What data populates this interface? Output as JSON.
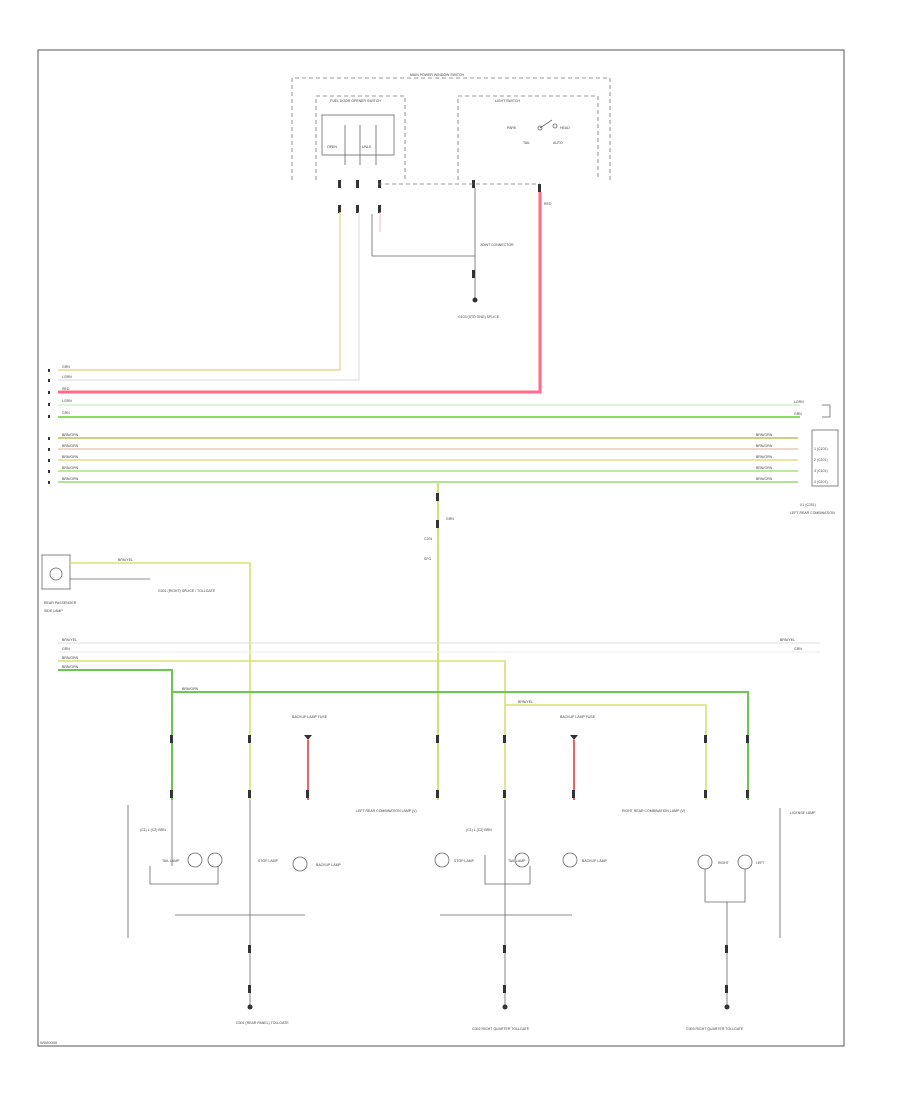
{
  "page": {
    "corner_code": "W000000"
  },
  "sections": {
    "main_power": "MAIN POWER WINDOW SWITCH",
    "fuel_door": "FUEL DOOR OPENER SWITCH",
    "light_switch": "LIGHT SWITCH",
    "joint_conn": "JOINT CONNECTOR",
    "ground_top": "G103 (STD GND) SPLICE"
  },
  "switch_labels": {
    "fuel_a": "OPEN",
    "fuel_b": "UNLK",
    "light_a": "PARK",
    "light_b": "HEAD",
    "light_c": "TAIL",
    "light_d": "AUTO"
  },
  "wire_colors_top": [
    "GRN",
    "LGRN",
    "RED",
    "LGRN",
    "GRN"
  ],
  "bus_labels": [
    "BRN/GRN",
    "BRN/GRN",
    "BRN/GRN",
    "BRN/GRN",
    "BRN/GRN"
  ],
  "right_labels": {
    "top_a": "LGRN",
    "top_b": "GRN",
    "pin_a": "1 (C101)",
    "pin_b": "2 (C101)",
    "pin_c": "3 (C101)",
    "pin_d": "4 (C101)",
    "junction": "X1 (C201)",
    "junction2": "LEFT REAR COMBINATION"
  },
  "trunk": {
    "a": "GRN",
    "b": "C201",
    "c": "SFG"
  },
  "lower_left": {
    "box_title": "REAR PASSENGER",
    "box_sub": "SIDE LAMP",
    "top_wire": "BRN/YEL",
    "ground_note": "G301 (RIGHT) SPLICE / TOLLGATE"
  },
  "mid_bus": {
    "left_labels": [
      "BRN/YEL",
      "GRN",
      "BRN/GRN",
      "BRN/GRN"
    ],
    "right_a": "BRN/YEL",
    "right_b": "GRN"
  },
  "drops": [
    "BRN/GRN",
    "BRN/YEL",
    "GRN/RED",
    "BRN/GRN",
    "BRN/YEL",
    "GRN/RED",
    "BRN/GRN",
    "BRN/YEL"
  ],
  "inner_labels": {
    "a": "BRN/GRN",
    "b": "BRN/YEL"
  },
  "markers": {
    "a": "BACKUP LAMP FUSE",
    "b": "BACKUP LAMP FUSE"
  },
  "groups": {
    "left_rear": "LEFT REAR COMBINATION LAMP (V)",
    "right_rear": "RIGHT REAR COMBINATION LAMP (V)",
    "license": "LICENSE LAMP"
  },
  "lamps": {
    "l_tail": "TAIL LAMP",
    "l_stop": "STOP LAMP",
    "l_backup": "BACKUP LAMP",
    "l_hdr": "(C1) L (C2) BRN",
    "r_hdr": "(C1) L (C2) BRN",
    "r_stop": "STOP LAMP",
    "r_tail": "TAIL LAMP",
    "r_backup": "BACKUP LAMP",
    "lic_a": "RIGHT",
    "lic_b": "LEFT"
  },
  "grounds": {
    "g1": "G301 (REAR PANEL) TOLLGATE",
    "g2": "G302 RIGHT QUARTER TOLLGATE",
    "g3": "G303 RIGHT QUARTER TOLLGATE"
  }
}
